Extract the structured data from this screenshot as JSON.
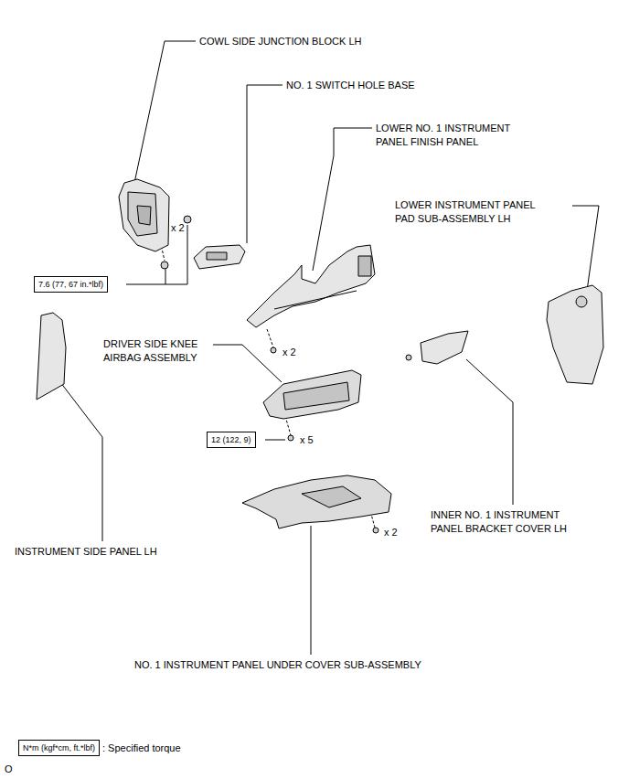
{
  "diagram": {
    "nodes": [
      {
        "text": [
          "7.6 (77, 67 in.*lbf)"
        ]
      },
      {
        "text": [
          "12 (122, 9)"
        ]
      },
      {
        "text": [
          "N*m (kgf*cm, ft.*lbf)"
        ]
      }
    ],
    "labels": [
      "COWL SIDE JUNCTION BLOCK LH",
      "NO. 1 SWITCH HOLE BASE",
      "LOWER NO. 1 INSTRUMENT PANEL FINISH PANEL",
      "LOWER INSTRUMENT PANEL PAD SUB-ASSEMBLY LH",
      "x 2",
      "x 2",
      "DRIVER SIDE KNEE AIRBAG ASSEMBLY",
      "x 5",
      "INSTRUMENT SIDE PANEL LH",
      "INNER NO. 1 INSTRUMENT PANEL BRACKET COVER LH",
      "x 2",
      "NO. 1 INSTRUMENT PANEL UNDER COVER SUB-ASSEMBLY",
      "O"
    ],
    "legend": [
      {
        "text": ": Specified torque"
      }
    ]
  }
}
